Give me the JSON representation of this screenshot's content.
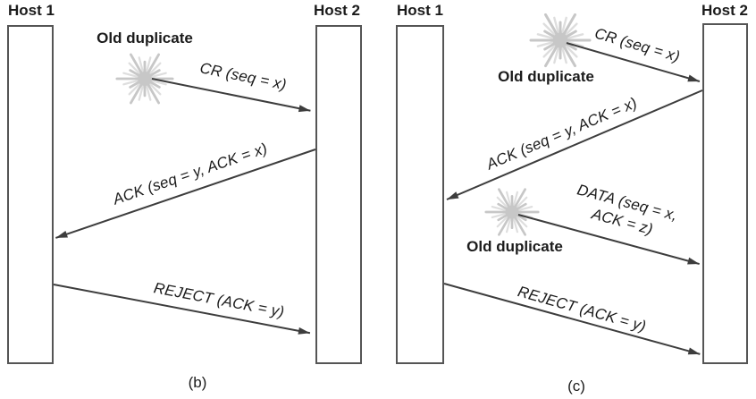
{
  "figure": {
    "panels": [
      {
        "caption": "(b)",
        "host1": "Host 1",
        "host2": "Host 2",
        "old_duplicate_1": "Old duplicate",
        "msg_cr": "CR (seq = x)",
        "msg_ack": "ACK (seq = y, ACK = x)",
        "msg_reject": "REJECT (ACK = y)"
      },
      {
        "caption": "(c)",
        "host1": "Host 1",
        "host2": "Host 2",
        "old_duplicate_1": "Old duplicate",
        "old_duplicate_2": "Old duplicate",
        "msg_cr": "CR (seq = x)",
        "msg_ack": "ACK (seq = y, ACK = x)",
        "msg_data_line1": "DATA (seq = x,",
        "msg_data_line2": "ACK = z)",
        "msg_reject": "REJECT (ACK = y)"
      }
    ],
    "colors": {
      "background": "#ffffff",
      "line": "#3d3d3d",
      "bar_border": "#555555",
      "text": "#1b1b1b",
      "star": "#c7c7c7",
      "star_light": "#dedede"
    }
  }
}
